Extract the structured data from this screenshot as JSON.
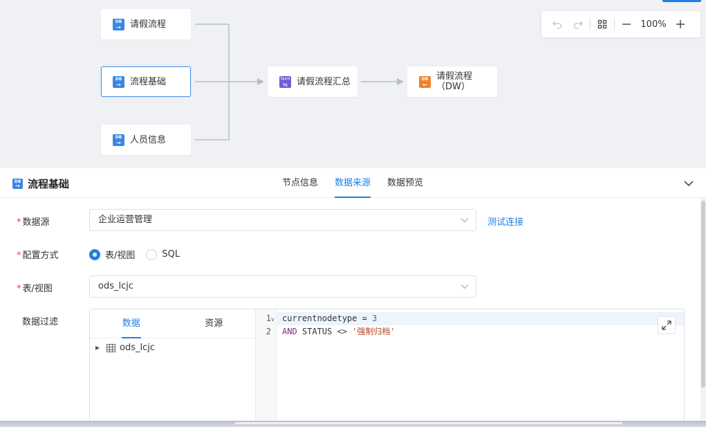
{
  "flow": {
    "nodes": [
      {
        "label": "请假流程",
        "icon": "db-source-icon",
        "icon_text": "DB",
        "icon_arrow": "→"
      },
      {
        "label": "流程基础",
        "icon": "db-source-icon",
        "icon_text": "DB",
        "icon_arrow": "→",
        "selected": true
      },
      {
        "label": "人员信息",
        "icon": "db-source-icon",
        "icon_text": "DB",
        "icon_arrow": "→"
      },
      {
        "label": "请假流程汇总",
        "icon": "spark-transform-icon",
        "icon_text": "Spark",
        "icon_arrow": "⇆"
      },
      {
        "label": "请假流程（DW）",
        "icon": "db-target-icon",
        "icon_text": "DB",
        "icon_arrow": "←"
      }
    ],
    "toolbar": {
      "undo_icon": "undo-icon",
      "redo_icon": "redo-icon",
      "fit_icon": "fit-view-icon",
      "zoom_out_icon": "minus-icon",
      "zoom_level": "100%",
      "zoom_in_icon": "plus-icon"
    },
    "colors": {
      "canvas": "#f0f1f4",
      "edge": "#b8bcc3",
      "selected": "#4d94f0",
      "db": "#3b86e6",
      "spark": "#6e5fd9",
      "target": "#f0822d"
    }
  },
  "panel": {
    "title": "流程基础",
    "icon_text": "DB",
    "icon_arrow": "→",
    "tabs": [
      {
        "label": "节点信息",
        "active": false
      },
      {
        "label": "数据来源",
        "active": true
      },
      {
        "label": "数据预览",
        "active": false
      }
    ],
    "accent": "#1e7fe8"
  },
  "form": {
    "required_mark": "*",
    "datasource": {
      "label": "数据源",
      "value": "企业运营管理",
      "test_link": "测试连接"
    },
    "config_mode": {
      "label": "配置方式",
      "options": [
        {
          "label": "表/视图",
          "checked": true
        },
        {
          "label": "SQL",
          "checked": false
        }
      ]
    },
    "table": {
      "label": "表/视图",
      "value": "ods_lcjc"
    },
    "filter": {
      "label": "数据过滤",
      "source_tabs": [
        {
          "label": "数据",
          "active": true
        },
        {
          "label": "资源",
          "active": false
        }
      ],
      "tree": [
        {
          "label": "ods_lcjc",
          "icon": "table-icon"
        }
      ],
      "code": [
        {
          "no": "1",
          "parts": [
            {
              "t": "currentnodetype = ",
              "c": ""
            },
            {
              "t": "3",
              "c": "num"
            }
          ]
        },
        {
          "no": "2",
          "parts": [
            {
              "t": "AND",
              "c": "kw"
            },
            {
              "t": " STATUS <> ",
              "c": ""
            },
            {
              "t": "'强制归档'",
              "c": "str"
            }
          ]
        }
      ]
    }
  }
}
